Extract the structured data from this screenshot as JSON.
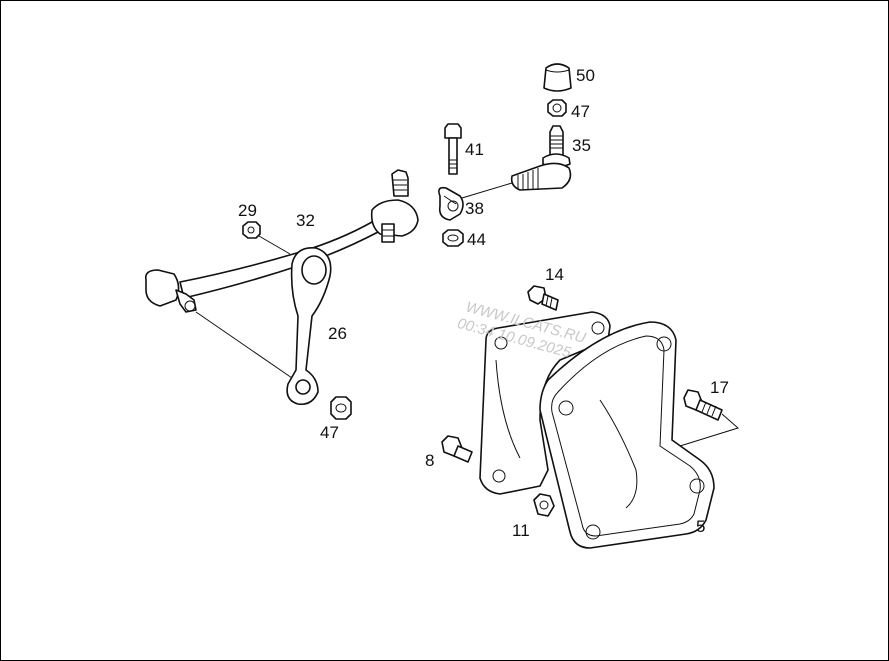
{
  "watermark": {
    "line1": "WWW.ILCATS.RU",
    "line2": "00:34 10.09.2025"
  },
  "callouts": [
    {
      "id": "part-50",
      "text": "50"
    },
    {
      "id": "part-47-top",
      "text": "47"
    },
    {
      "id": "part-41",
      "text": "41"
    },
    {
      "id": "part-35",
      "text": "35"
    },
    {
      "id": "part-38",
      "text": "38"
    },
    {
      "id": "part-44",
      "text": "44"
    },
    {
      "id": "part-29",
      "text": "29"
    },
    {
      "id": "part-32",
      "text": "32"
    },
    {
      "id": "part-26",
      "text": "26"
    },
    {
      "id": "part-47-bottom",
      "text": "47"
    },
    {
      "id": "part-14",
      "text": "14"
    },
    {
      "id": "part-17",
      "text": "17"
    },
    {
      "id": "part-8",
      "text": "8"
    },
    {
      "id": "part-11",
      "text": "11"
    },
    {
      "id": "part-5",
      "text": "5"
    }
  ]
}
